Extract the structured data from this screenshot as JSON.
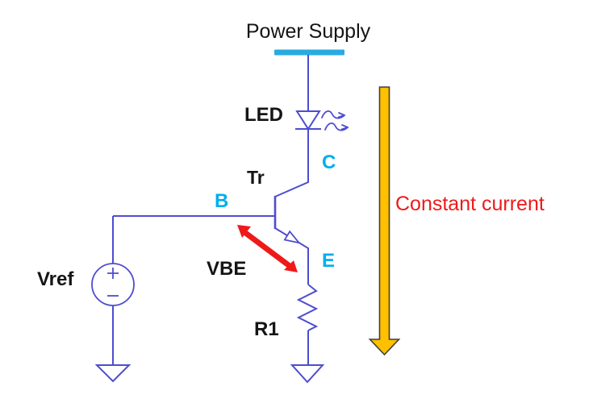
{
  "labels": {
    "power_supply": "Power Supply",
    "led": "LED",
    "transistor": "Tr",
    "base": "B",
    "collector": "C",
    "emitter": "E",
    "vbe": "VBE",
    "vref": "Vref",
    "resistor": "R1",
    "constant_current": "Constant current"
  },
  "colors": {
    "wire": "#4d4dd0",
    "cyan_bar": "#29abe2",
    "cyan_label": "#00aeef",
    "red": "#ee1a1a",
    "gold": "#ffc000",
    "gold_outline": "#3f3f3f",
    "black": "#151515"
  }
}
